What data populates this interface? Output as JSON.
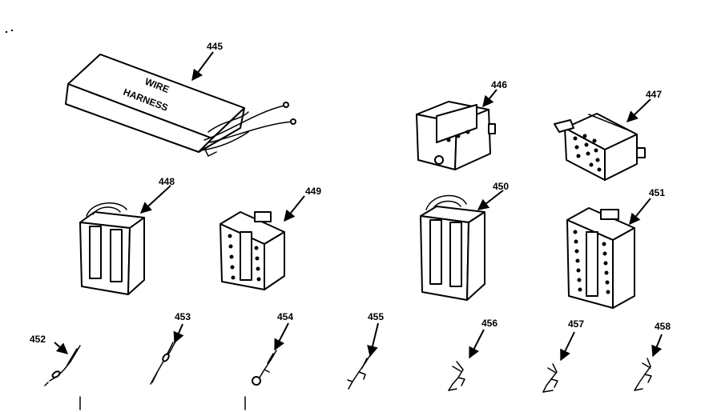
{
  "diagram": {
    "harness_text": [
      "WIRE",
      "HARNESS"
    ],
    "parts": [
      {
        "id": "445",
        "name": "wire-harness-box"
      },
      {
        "id": "446",
        "name": "connector-block"
      },
      {
        "id": "447",
        "name": "connector-12-pin"
      },
      {
        "id": "448",
        "name": "connector-housing"
      },
      {
        "id": "449",
        "name": "connector-housing-12-pin"
      },
      {
        "id": "450",
        "name": "connector-housing"
      },
      {
        "id": "451",
        "name": "connector-housing-16-pin"
      },
      {
        "id": "452",
        "name": "terminal-pin"
      },
      {
        "id": "453",
        "name": "terminal-pin"
      },
      {
        "id": "454",
        "name": "terminal-ring"
      },
      {
        "id": "455",
        "name": "terminal-pin"
      },
      {
        "id": "456",
        "name": "terminal-clip"
      },
      {
        "id": "457",
        "name": "terminal-clip"
      },
      {
        "id": "458",
        "name": "terminal-clip"
      }
    ]
  }
}
